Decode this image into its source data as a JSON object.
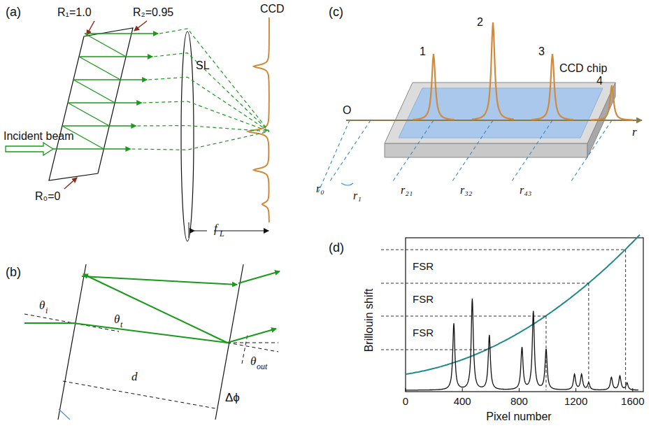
{
  "diagram": {
    "labels": [
      "(a)",
      "R₁=1.0",
      "R₂=0.95",
      "CCD",
      "SL",
      "Incident beam",
      "R₀=0",
      "f",
      "L",
      "(b)",
      "θ",
      "i",
      "θ",
      "t",
      "d",
      "θ",
      "out",
      "Δϕ",
      "(c)",
      "1",
      "2",
      "3",
      "4",
      "CCD chip",
      "O",
      "r",
      "r₀",
      "r₁",
      "r₂₁",
      "r₃₂",
      "r₄₃",
      "(d)",
      "Brillouin shift",
      "FSR",
      "FSR",
      "FSR",
      "0",
      "400",
      "800",
      "1200",
      "1600",
      "Pixel number"
    ]
  }
}
